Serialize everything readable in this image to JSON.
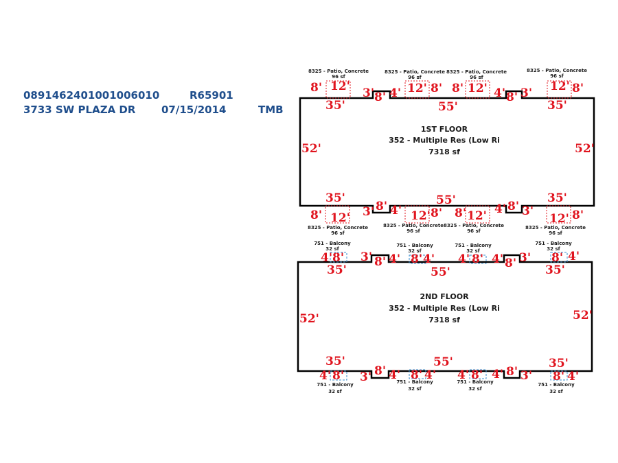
{
  "header": {
    "parcel_id": "089146240100100601 0",
    "parcel": "0891462401001006010",
    "account": "R65901",
    "address": "3733 SW PLAZA DR",
    "date": "07/15/2014",
    "initials": "TMB"
  },
  "colors": {
    "header_text": "#1f4e8c",
    "dimension": "#e0141e",
    "outline": "#000000",
    "patio_box": "#e0141e",
    "balcony_box": "#3a8fd0"
  },
  "floors": [
    {
      "name": "1ST FLOOR",
      "use": "352 - Multiple Res (Low Ri",
      "area": "7318 sf",
      "side_left": "52'",
      "side_right": "52'",
      "top_dims": [
        "8'",
        "12'",
        "35'",
        "3'",
        "8'",
        "4'",
        "12'",
        "8'",
        "55'",
        "8'",
        "12'",
        "4'",
        "8'",
        "3'",
        "12'",
        "8'",
        "35'"
      ],
      "bottom_dims": [
        "35'",
        "8'",
        "12'",
        "3'",
        "8'",
        "4'",
        "12'",
        "8'",
        "55'",
        "8'",
        "12'",
        "4'",
        "8'",
        "3'",
        "35'",
        "12'",
        "8'"
      ],
      "features_top": [
        {
          "code": "8325 - Patio, Concrete",
          "area": "96 sf"
        },
        {
          "code": "8325 - Patio, Concrete",
          "area": "96 sf"
        },
        {
          "code": "8325 - Patio, Concrete",
          "area": "96 sf"
        },
        {
          "code": "8325 - Patio, Concrete",
          "area": "96 sf"
        }
      ],
      "features_bottom": [
        {
          "code": "8325 - Patio, Concrete",
          "area": "96 sf"
        },
        {
          "code": "8325 - Patio, Concrete",
          "area": "96 sf"
        },
        {
          "code": "8325 - Patio, Concrete",
          "area": "96 sf"
        },
        {
          "code": "8325 - Patio, Concrete",
          "area": "96 sf"
        }
      ]
    },
    {
      "name": "2ND FLOOR",
      "use": "352 - Multiple Res (Low Ri",
      "area": "7318 sf",
      "side_left": "52'",
      "side_right": "52'",
      "top_dims": [
        "4'",
        "8'",
        "35'",
        "3'",
        "8'",
        "4'",
        "8'",
        "4'",
        "55'",
        "4'",
        "8'",
        "4'",
        "8'",
        "3'",
        "8'",
        "4'",
        "35'"
      ],
      "bottom_dims": [
        "35'",
        "4'",
        "8'",
        "3'",
        "8'",
        "4'",
        "8'",
        "4'",
        "55'",
        "4'",
        "8'",
        "4'",
        "8'",
        "3'",
        "35'",
        "8'",
        "4'"
      ],
      "features_top": [
        {
          "code": "751 - Balcony",
          "area": "32 sf"
        },
        {
          "code": "751 - Balcony",
          "area": "32 sf"
        },
        {
          "code": "751 - Balcony",
          "area": "32 sf"
        },
        {
          "code": "751 - Balcony",
          "area": "32 sf"
        }
      ],
      "features_bottom": [
        {
          "code": "751 - Balcony",
          "area": "32 sf"
        },
        {
          "code": "751 - Balcony",
          "area": "32 sf"
        },
        {
          "code": "751 - Balcony",
          "area": "32 sf"
        },
        {
          "code": "751 - Balcony",
          "area": "32 sf"
        }
      ]
    }
  ]
}
